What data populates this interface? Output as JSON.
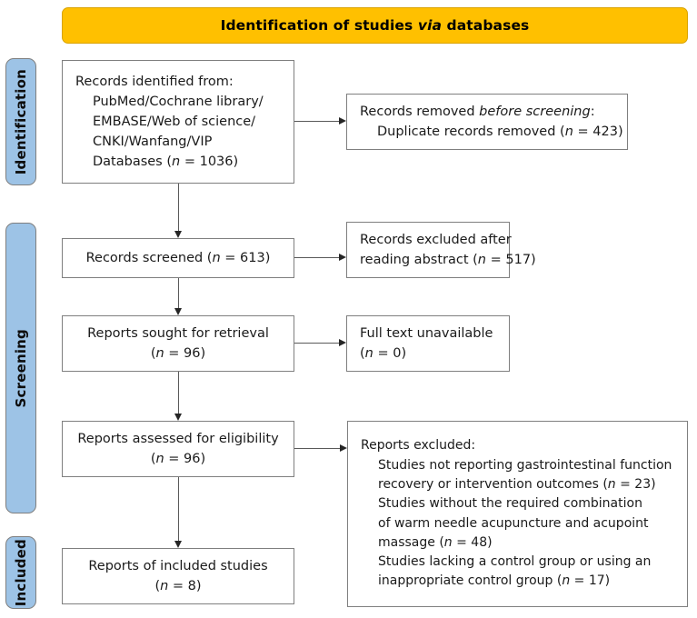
{
  "header": {
    "title_before": "Identification of studies ",
    "title_italic": "via",
    "title_after": " databases"
  },
  "stages": {
    "identification": "Identification",
    "screening": "Screening",
    "included": "Included"
  },
  "boxes": {
    "identified": {
      "name": "records-identified",
      "lines": [
        "Records identified from:",
        "PubMed/Cochrane library/",
        "EMBASE/Web of science/",
        "CNKI/Wanfang/VIP",
        "Databases (n = 1036)"
      ],
      "count_label": "n = 1036",
      "count": 1036
    },
    "duplicates": {
      "name": "records-removed-before-screening",
      "line1_before": "Records removed ",
      "line1_italic": "before screening",
      "line1_after": ":",
      "line2_before": "Duplicate records removed (",
      "line2_n": "n",
      "line2_after": " = 423)",
      "count": 423
    },
    "screened": {
      "name": "records-screened",
      "text_before": "Records screened (",
      "text_n": "n",
      "text_after": " = 613)",
      "count": 613
    },
    "excluded_abstract": {
      "name": "records-excluded-after-abstract",
      "line1": "Records excluded after",
      "line2_before": "reading abstract (",
      "line2_n": "n",
      "line2_after": " = 517)",
      "count": 517
    },
    "sought": {
      "name": "reports-sought-for-retrieval",
      "line1": "Reports sought for retrieval",
      "line2_before": "(",
      "line2_n": "n",
      "line2_after": " = 96)",
      "count": 96
    },
    "fulltext": {
      "name": "full-text-unavailable",
      "line1": "Full text unavailable",
      "line2_before": "(",
      "line2_n": "n",
      "line2_after": " = 0)",
      "count": 0
    },
    "assessed": {
      "name": "reports-assessed-for-eligibility",
      "line1": "Reports assessed for eligibility",
      "line2_before": "(",
      "line2_n": "n",
      "line2_after": " = 96)",
      "count": 96
    },
    "excluded_reports": {
      "name": "reports-excluded",
      "heading": "Reports excluded:",
      "reasons": [
        {
          "line1": "Studies not reporting gastrointestinal function",
          "line2_before": "recovery or intervention outcomes (",
          "line2_n": "n",
          "line2_after": " = 23)",
          "count": 23
        },
        {
          "line1": "Studies without the required combination",
          "line2": "of warm needle acupuncture and acupoint",
          "line3_before": "massage (",
          "line3_n": "n",
          "line3_after": " = 48)",
          "count": 48
        },
        {
          "line1": "Studies lacking a control group or using an",
          "line2_before": "inappropriate control group (",
          "line2_n": "n",
          "line2_after": " = 17)",
          "count": 17
        }
      ]
    },
    "included": {
      "name": "reports-of-included-studies",
      "line1": "Reports of included studies",
      "line2_before": "(",
      "line2_n": "n",
      "line2_after": " = 8)",
      "count": 8
    }
  },
  "colors": {
    "header_fill": "#FFC000",
    "stage_fill": "#9DC3E6",
    "box_border": "#7f7f7f",
    "connector": "#595959",
    "text": "#1a1a1a"
  }
}
